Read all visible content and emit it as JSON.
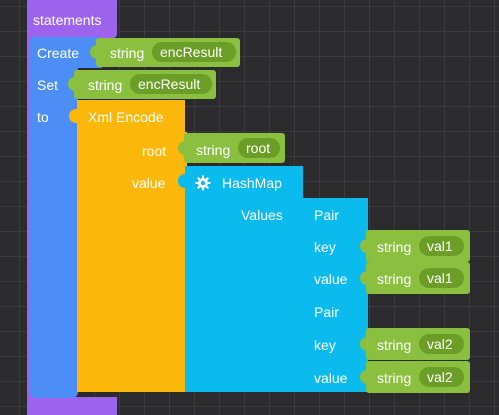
{
  "colors": {
    "purple": "#9d63ec",
    "blue": "#4c8df6",
    "yellow": "#fbb80a",
    "cyan": "#0cbbee",
    "green": "#8bbf3f",
    "pill": "#6b9e26",
    "background": "#2b2b2e"
  },
  "statements_block": {
    "label": "statements"
  },
  "create_block": {
    "keyword": "Create",
    "type_label": "string",
    "var_name": "encResult"
  },
  "set_block": {
    "keyword": "Set",
    "to_label": "to",
    "type_label": "string",
    "var_name": "encResult"
  },
  "xml_encode_block": {
    "label": "Xml Encode",
    "root_label": "root",
    "value_label": "value",
    "root_value": {
      "type_label": "string",
      "value": "root"
    }
  },
  "hashmap_block": {
    "icon": "gear-icon",
    "label": "HashMap",
    "values_label": "Values",
    "pairs": [
      {
        "label": "Pair",
        "key_label": "key",
        "value_label": "value",
        "key": {
          "type_label": "string",
          "value": "val1"
        },
        "value": {
          "type_label": "string",
          "value": "val1"
        }
      },
      {
        "label": "Pair",
        "key_label": "key",
        "value_label": "value",
        "key": {
          "type_label": "string",
          "value": "val2"
        },
        "value": {
          "type_label": "string",
          "value": "val2"
        }
      }
    ]
  }
}
